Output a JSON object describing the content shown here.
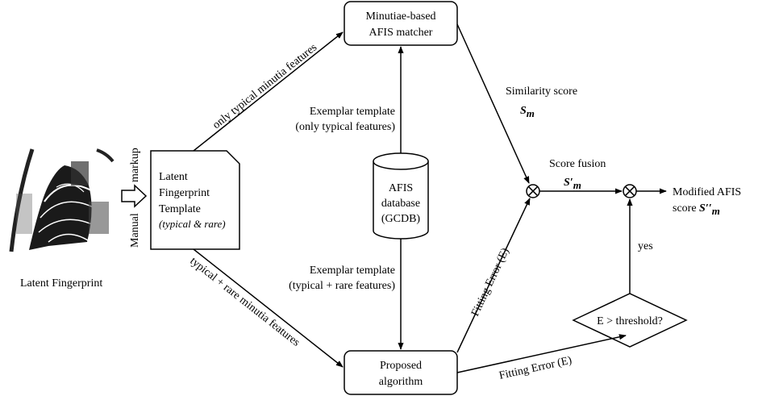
{
  "figure": {
    "image_caption": "Latent Fingerprint",
    "manual_markup": {
      "line1": "Manual",
      "line2": "markup"
    },
    "template": {
      "line1": "Latent",
      "line2": "Fingerprint",
      "line3": "Template",
      "subtitle": "(typical & rare)"
    },
    "afis_matcher": {
      "line1": "Minutiae-based",
      "line2": "AFIS matcher"
    },
    "database": {
      "line1": "AFIS",
      "line2": "database",
      "line3": "(GCDB)"
    },
    "proposed": {
      "line1": "Proposed",
      "line2": "algorithm"
    },
    "edge_top": "only typical minutia features",
    "edge_bottom": "typical + rare  minutia features",
    "exemplar_top": {
      "line1": "Exemplar template",
      "line2": "(only typical features)"
    },
    "exemplar_bottom": {
      "line1": "Exemplar template",
      "line2": "(typical + rare features)"
    },
    "similarity": {
      "label": "Similarity score",
      "symbol": "S",
      "subscript": "m"
    },
    "score_fusion": {
      "label": "Score fusion",
      "symbol": "S′",
      "subscript": "m"
    },
    "fitting_error_vertical": "Fitting Error (E)",
    "fitting_error_bottom": "Fitting Error (E)",
    "decision": "E > threshold?",
    "yes": "yes",
    "modified": {
      "line1": "Modified AFIS",
      "line2_prefix": "score ",
      "symbol": "S′′",
      "subscript": "m"
    },
    "fusion_node_1": "otimes-icon",
    "fusion_node_2": "otimes-icon"
  }
}
